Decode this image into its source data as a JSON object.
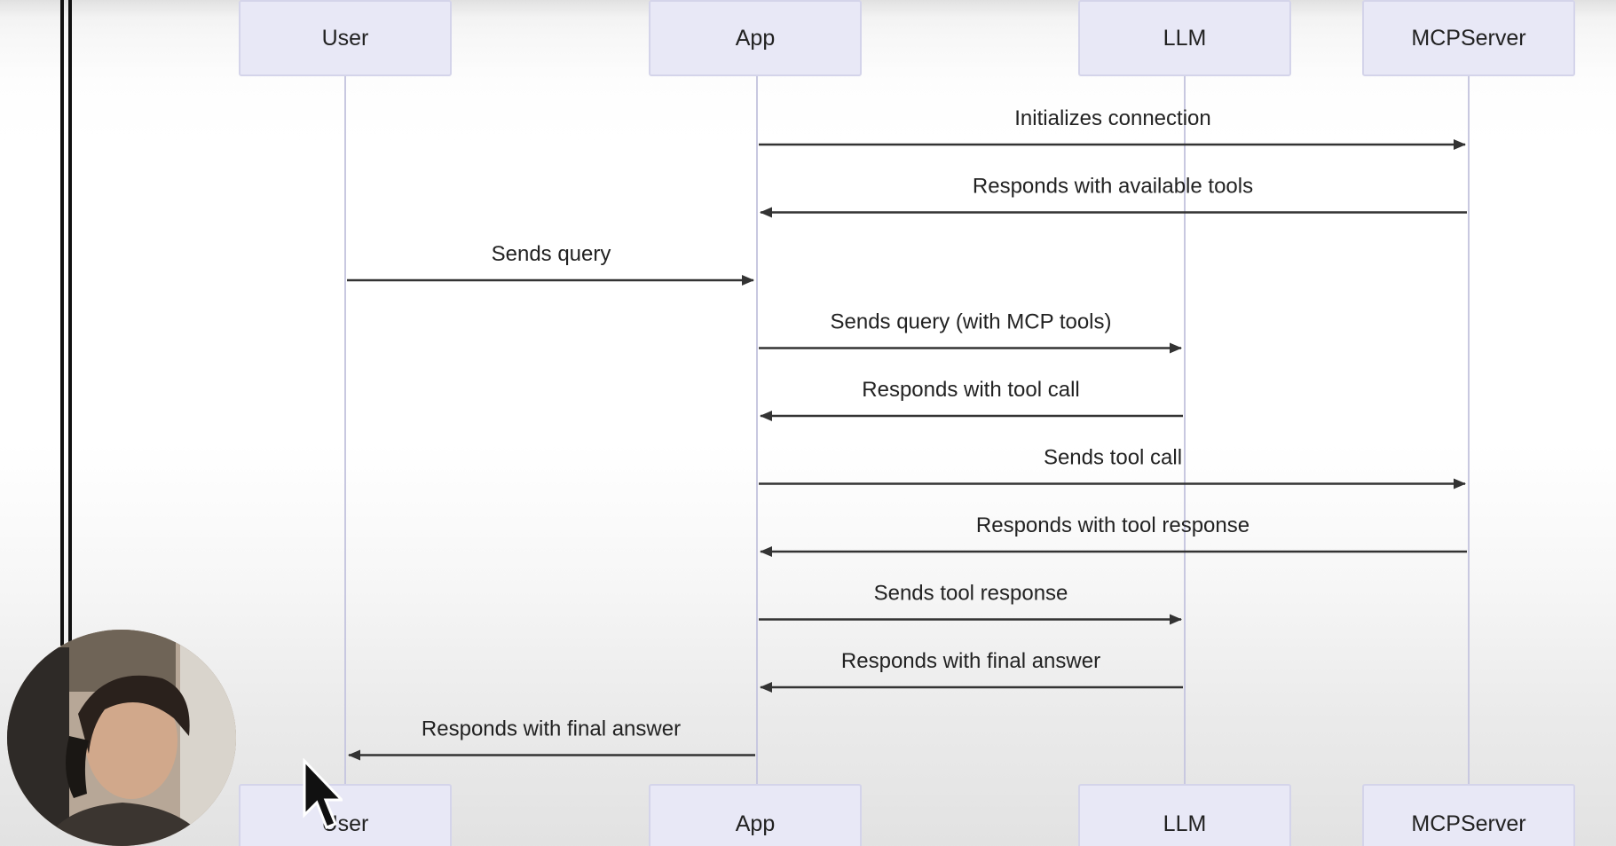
{
  "participants": [
    "User",
    "App",
    "LLM",
    "MCPServer"
  ],
  "messages": [
    {
      "from": "App",
      "to": "MCPServer",
      "label": "Initializes connection"
    },
    {
      "from": "MCPServer",
      "to": "App",
      "label": "Responds with available tools"
    },
    {
      "from": "User",
      "to": "App",
      "label": "Sends query"
    },
    {
      "from": "App",
      "to": "LLM",
      "label": "Sends query (with MCP tools)"
    },
    {
      "from": "LLM",
      "to": "App",
      "label": "Responds with tool call"
    },
    {
      "from": "App",
      "to": "MCPServer",
      "label": "Sends tool call"
    },
    {
      "from": "MCPServer",
      "to": "App",
      "label": "Responds with tool response"
    },
    {
      "from": "App",
      "to": "LLM",
      "label": "Sends tool response"
    },
    {
      "from": "LLM",
      "to": "App",
      "label": "Responds with final answer"
    },
    {
      "from": "App",
      "to": "User",
      "label": "Responds with final answer"
    }
  ],
  "colors": {
    "actor_fill": "#e8e8f6",
    "actor_border": "#d4d4ea",
    "lifeline": "#c8c8e0",
    "arrow": "#333333"
  },
  "overlay": {
    "webcam": "presenter-webcam",
    "cursor": "mouse-pointer-icon"
  }
}
